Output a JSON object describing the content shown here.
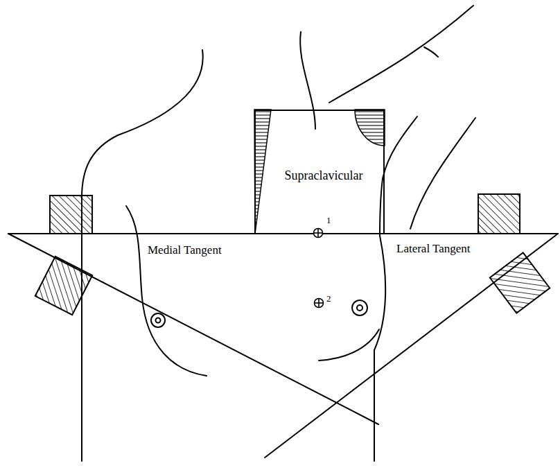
{
  "diagram": {
    "nodes": [
      {
        "text": [
          "Supraclavicular"
        ]
      }
    ],
    "labels": [
      "Medial Tangent",
      "Lateral Tangent",
      "1",
      "2"
    ]
  }
}
